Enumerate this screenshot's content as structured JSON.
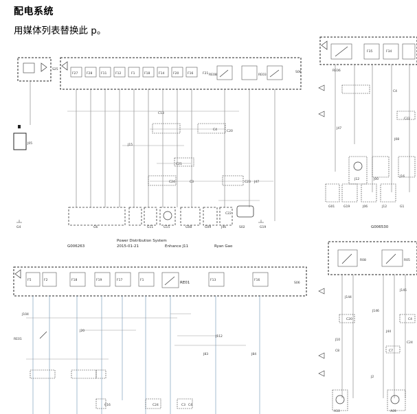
{
  "header": {
    "title": "配电系统",
    "subtitle": "用媒体列表替换此 p。"
  },
  "diagram1": {
    "title_block": {
      "system": "Power Distribution System",
      "doc_id": "G006263",
      "date": "2015-01-21",
      "vehicle": "Enhance J11",
      "author": "Ryan Gao"
    },
    "fuse_box_labels": [
      "S25",
      "F27",
      "F28",
      "F11",
      "F12",
      "F1",
      "F18",
      "F14",
      "F20",
      "F16",
      "F21",
      "RE08",
      "RE03",
      "S06"
    ],
    "connectors": [
      "C13",
      "C4",
      "C20",
      "C21",
      "C24",
      "C3",
      "C22",
      "C23",
      "J15",
      "J47"
    ],
    "grounds": [
      "G4",
      "G6",
      "G11",
      "G15",
      "G08",
      "G09",
      "J46",
      "S02",
      "G19"
    ],
    "battery": "J05"
  },
  "diagram2": {
    "doc_id": "G006530",
    "labels": [
      "RE06",
      "F35",
      "F34",
      "C4",
      "C22",
      "J47",
      "J08",
      "J12",
      "J00",
      "J16",
      "G01",
      "G19",
      "J06",
      "J12",
      "G1"
    ]
  },
  "diagram3": {
    "labels": [
      "F5",
      "F2",
      "F18",
      "F19",
      "F17",
      "F1",
      "RE01",
      "F13",
      "F16",
      "S06",
      "J104",
      "J20",
      "J112",
      "J83",
      "J84",
      "RE01",
      "C16",
      "C24",
      "C3",
      "C4"
    ]
  },
  "diagram4": {
    "labels": [
      "R08",
      "R05",
      "J144",
      "J145",
      "C20",
      "J146",
      "C4",
      "J44",
      "C24",
      "C7",
      "C8",
      "J2",
      "J10",
      "A10",
      "A09"
    ]
  }
}
